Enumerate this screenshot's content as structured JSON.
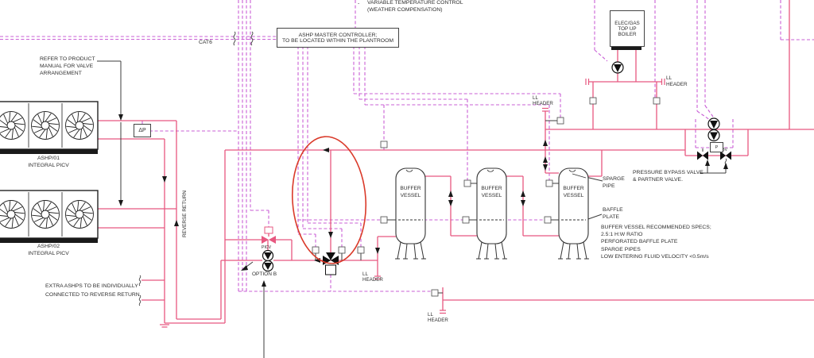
{
  "colors": {
    "pipe": "#e75880",
    "control_wiring": "#c95fd6",
    "annotation_red": "#da3a2a",
    "ink": "#333333"
  },
  "notes": {
    "bullet": "-",
    "variable_temp_1": "VARIABLE TEMPERATURE CONTROL",
    "variable_temp_2": "(WEATHER  COMPENSATION)",
    "cat6": "CAT6",
    "controller_1": "ASHP MASTER CONTROLLER;",
    "controller_2": "TO BE LOCATED WITHIN THE PLANTROOM",
    "refer_1": "REFER TO PRODUCT",
    "refer_2": "MANUAL FOR VALVE",
    "refer_3": "ARRANGEMENT",
    "extra_1": "EXTRA ASHPS TO BE INDIVIDUALLY",
    "extra_2": "CONNECTED TO REVERSE RETURN",
    "bypass_1": "PRESSURE BYPASS VALVE",
    "bypass_2": "& PARTNER VALVE.",
    "specs_1": "BUFFER VESSEL RECOMMENDED SPECS;",
    "specs_2": "2.5:1 H:W RATIO",
    "specs_3": "PERFORATED BAFFLE PLATE",
    "specs_4": "SPARGE PIPES",
    "specs_5": "LOW ENTERING FLUID VELOCITY <0.5m/s",
    "sparge_1": "SPARGE",
    "sparge_2": "PIPE",
    "baffle_1": "BAFFLE",
    "baffle_2": "PLATE"
  },
  "equipment": {
    "boiler_1": "ELEC/GAS",
    "boiler_2": "TOP UP",
    "boiler_3": "BOILER",
    "ashp1_1": "ASHP/01",
    "ashp1_2": "INTEGRAL PICV",
    "ashp2_1": "ASHP/02",
    "ashp2_2": "INTEGRAL PICV",
    "buffer_1": "BUFFER",
    "buffer_2": "VESSEL",
    "reverse_return": "REVERSE RETURN",
    "option_b": "OPTION B",
    "picv": "PICV",
    "pbv": "PBV",
    "dp": "ΔP",
    "ll": "LL",
    "header": "HEADER",
    "pump_tag": "P"
  }
}
